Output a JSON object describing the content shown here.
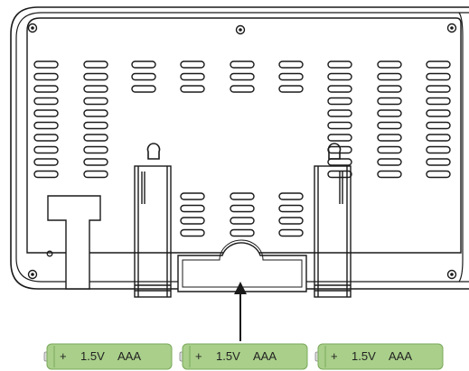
{
  "device": {
    "colors": {
      "line": "#1a1a1a",
      "panel": "#ffffff",
      "background": "#ffffff"
    },
    "vent_columns": [
      {
        "slots": 10
      },
      {
        "slots": 10
      },
      {
        "slots": 3
      },
      {
        "slots": 3
      },
      {
        "slots": 3
      },
      {
        "slots": 3
      },
      {
        "slots": 10
      },
      {
        "slots": 10
      },
      {
        "slots": 10
      }
    ],
    "lower_vent_columns": [
      {
        "slots": 4
      },
      {
        "slots": 4
      },
      {
        "slots": 4
      }
    ]
  },
  "batteries": {
    "colors": {
      "body": "#a9cf8a",
      "stroke": "#7aa85a",
      "cap": "#dddddd"
    },
    "items": [
      {
        "plus": "+",
        "voltage": "1.5V",
        "type": "AAA"
      },
      {
        "plus": "+",
        "voltage": "1.5V",
        "type": "AAA"
      },
      {
        "plus": "+",
        "voltage": "1.5V",
        "type": "AAA"
      }
    ]
  }
}
